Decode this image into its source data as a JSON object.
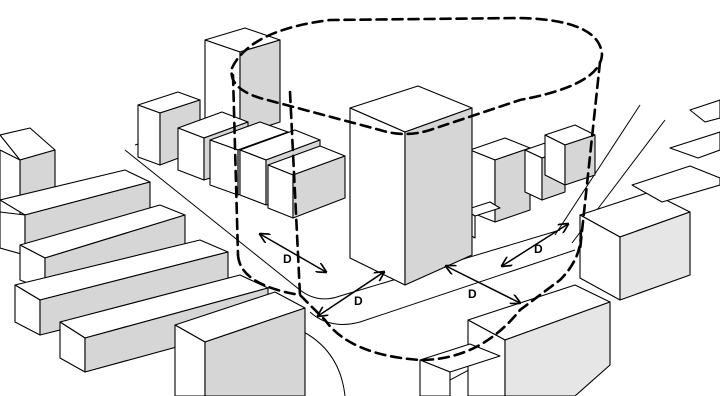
{
  "diagram": {
    "dimension_labels": [
      "D",
      "D",
      "D",
      "D"
    ]
  }
}
